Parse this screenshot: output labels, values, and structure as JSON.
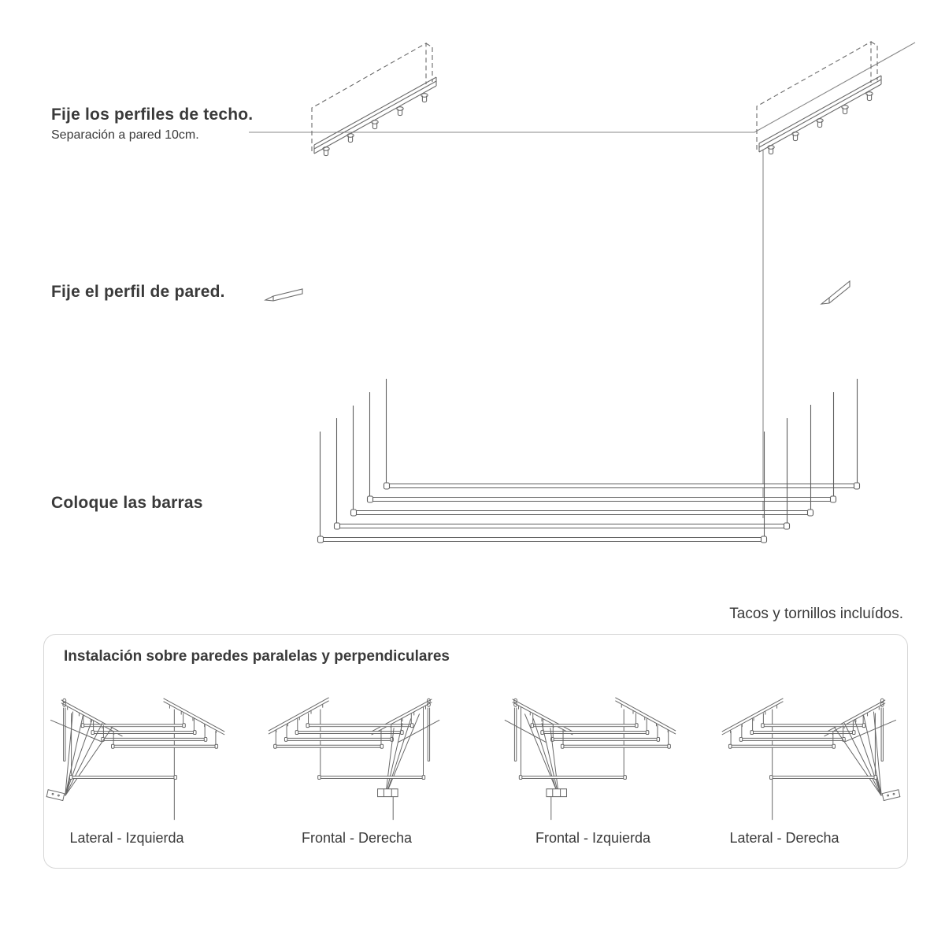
{
  "steps": {
    "step1": {
      "title": "Fije los perfiles de techo.",
      "subtitle": "Separación a pared 10cm."
    },
    "step2": {
      "title": "Fije el perfil de pared."
    },
    "step3": {
      "title": "Coloque las barras"
    }
  },
  "note": "Tacos y tornillos incluídos.",
  "panel": {
    "title": "Instalación sobre paredes paralelas y perpendiculares",
    "variants": [
      {
        "label": "Lateral - Izquierda"
      },
      {
        "label": "Frontal - Derecha"
      },
      {
        "label": "Frontal - Izquierda"
      },
      {
        "label": "Lateral - Derecha"
      }
    ]
  },
  "icons": {
    "ceiling_profile": "ceiling-rail-with-screws",
    "wall_profile": "wall-profile-strip",
    "bars": "hanging-drying-bars"
  },
  "colors": {
    "background": "#ffffff",
    "text": "#3a3a3a",
    "line": "#6a6a6a",
    "panel_border": "#d6d6d6"
  }
}
